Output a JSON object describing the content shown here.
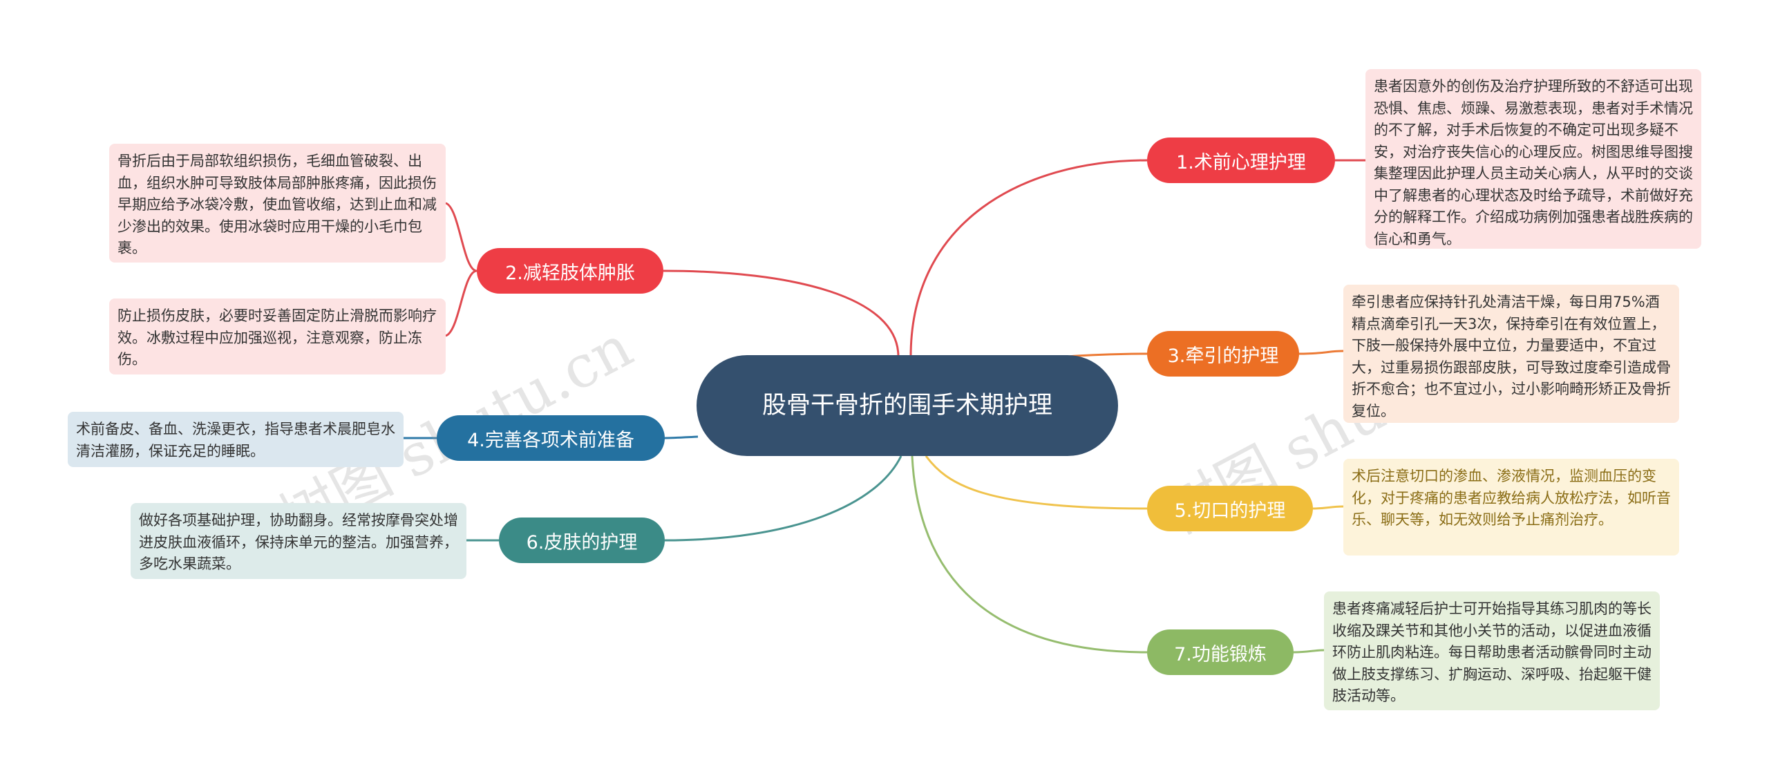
{
  "title": "股骨干骨折的围手术期护理",
  "branches": {
    "b1": {
      "label": "1.术前心理护理",
      "color": "#ee3d45"
    },
    "b2": {
      "label": "2.减轻肢体肿胀",
      "color": "#ee3d45"
    },
    "b3": {
      "label": "3.牵引的护理",
      "color": "#ec6f24"
    },
    "b4": {
      "label": "4.完善各项术前准备",
      "color": "#2471a0"
    },
    "b5": {
      "label": "5.切口的护理",
      "color": "#f0be3a"
    },
    "b6": {
      "label": "6.皮肤的护理",
      "color": "#3b8b87"
    },
    "b7": {
      "label": "7.功能锻炼",
      "color": "#8db964"
    }
  },
  "leaves": {
    "b1": "患者因意外的创伤及治疗护理所致的不舒适可出现恐惧、焦虑、烦躁、易激惹表现，患者对手术情况的不了解，对手术后恢复的不确定可出现多疑不安，对治疗丧失信心的心理反应。树图思维导图搜集整理因此护理人员主动关心病人，从平时的交谈中了解患者的心理状态及时给予疏导，术前做好充分的解释工作。介绍成功病例加强患者战胜疾病的信心和勇气。",
    "b2a": "骨折后由于局部软组织损伤，毛细血管破裂、出血，组织水肿可导致肢体局部肿胀疼痛，因此损伤早期应给予冰袋冷敷，使血管收缩，达到止血和减少渗出的效果。使用冰袋时应用干燥的小毛巾包裹。",
    "b2b": "防止损伤皮肤，必要时妥善固定防止滑脱而影响疗效。冰敷过程中应加强巡视，注意观察，防止冻伤。",
    "b3": "牵引患者应保持针孔处清洁干燥，每日用75%酒精点滴牵引孔一天3次，保持牵引在有效位置上，下肢一般保持外展中立位，力量要适中，不宜过大，过重易损伤跟部皮肤，可导致过度牵引造成骨折不愈合；也不宜过小，过小影响畸形矫正及骨折复位。",
    "b4": "术前备皮、备血、洗澡更衣，指导患者术晨肥皂水清洁灌肠，保证充足的睡眠。",
    "b5": "术后注意切口的渗血、渗液情况，监测血压的变化，对于疼痛的患者应教给病人放松疗法，如听音乐、聊天等，如无效则给予止痛剂治疗。",
    "b6": "做好各项基础护理，协助翻身。经常按摩骨突处增进皮肤血液循环，保持床单元的整洁。加强营养，多吃水果蔬菜。",
    "b7": "患者疼痛减轻后护士可开始指导其练习肌肉的等长收缩及踝关节和其他小关节的活动，以促进血液循环防止肌肉粘连。每日帮助患者活动髌骨同时主动做上肢支撑练习、扩胸运动、深呼吸、抬起躯干健肢活动等。"
  },
  "leaf_colors": {
    "red": {
      "bg": "#fde3e3",
      "text": "#333333"
    },
    "orange": {
      "bg": "#fde9dc",
      "text": "#333333"
    },
    "blue": {
      "bg": "#dbe7ef",
      "text": "#333333"
    },
    "yellow": {
      "bg": "#fdf3da",
      "text": "#8a6d16"
    },
    "teal": {
      "bg": "#ddebea",
      "text": "#333333"
    },
    "green": {
      "bg": "#e6f0dc",
      "text": "#333333"
    }
  },
  "watermark": "树图 shutu.cn"
}
